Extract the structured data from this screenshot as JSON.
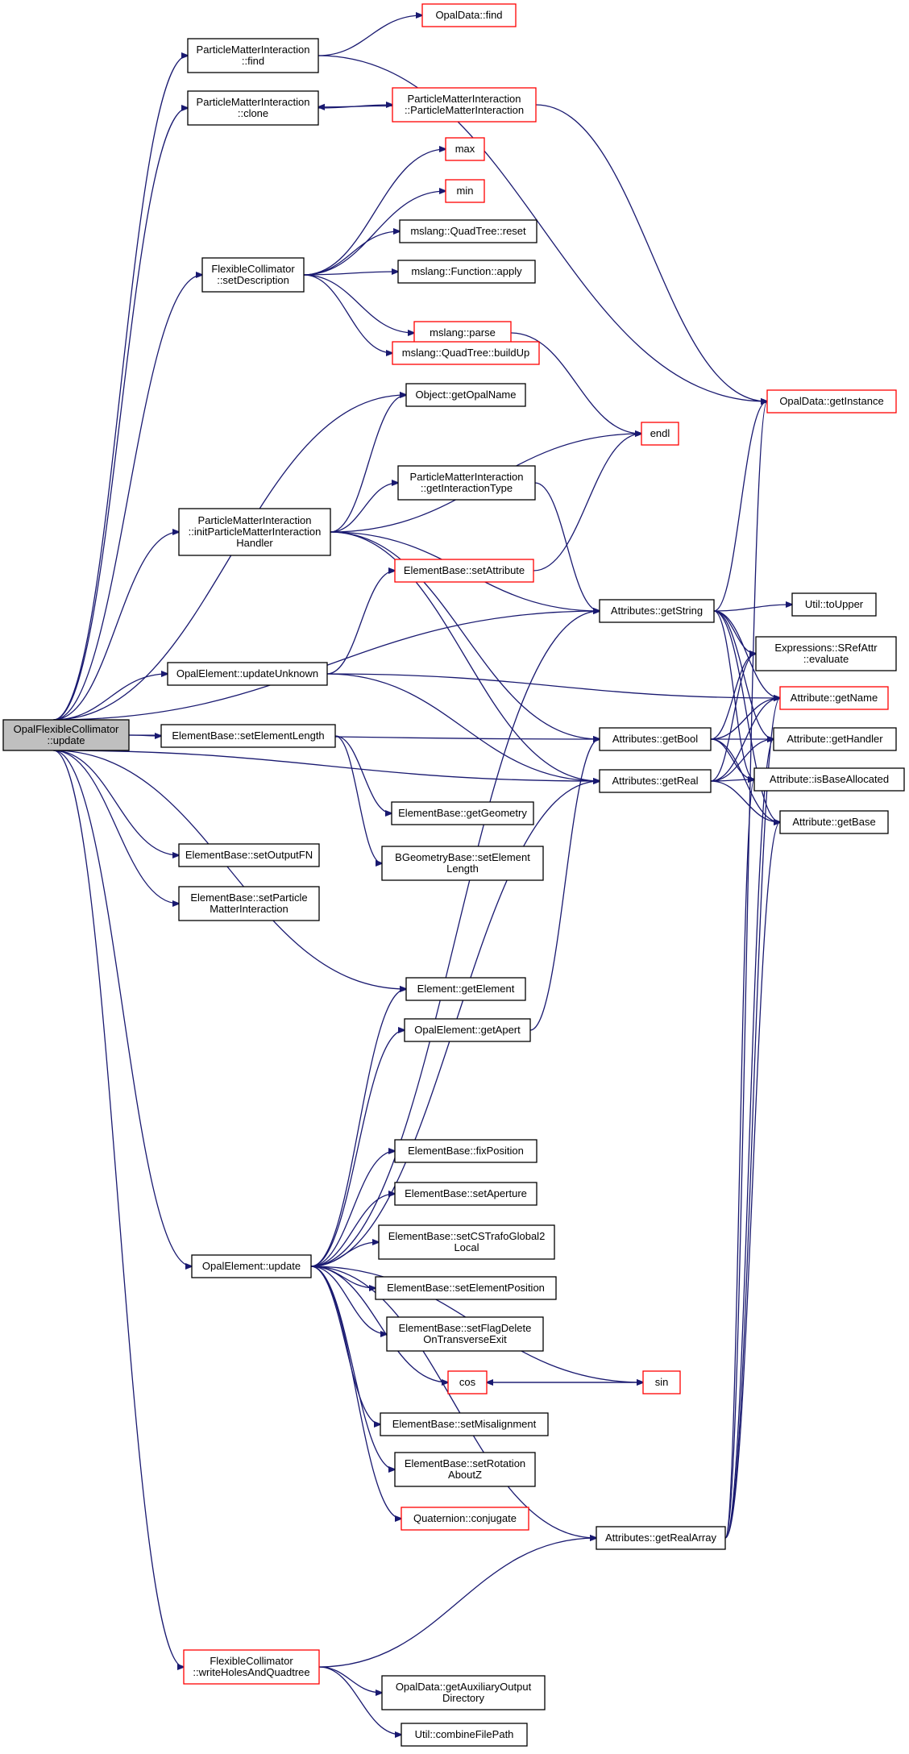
{
  "colors": {
    "edge": "#191970",
    "node_border": "#000000",
    "truncated_node_border": "#ff0000",
    "root_fill": "#bfbfbf"
  },
  "nodes": [
    {
      "id": "root",
      "lines": [
        "OpalFlexibleCollimator",
        "::update"
      ],
      "style": "root"
    },
    {
      "id": "pmi_find",
      "lines": [
        "ParticleMatterInteraction",
        "::find"
      ],
      "style": "normal"
    },
    {
      "id": "pmi_clone",
      "lines": [
        "ParticleMatterInteraction",
        "::clone"
      ],
      "style": "normal"
    },
    {
      "id": "fc_setdesc",
      "lines": [
        "FlexibleCollimator",
        "::setDescription"
      ],
      "style": "normal"
    },
    {
      "id": "pmi_init",
      "lines": [
        "ParticleMatterInteraction",
        "::initParticleMatterInteraction",
        "Handler"
      ],
      "style": "normal"
    },
    {
      "id": "oe_updunk",
      "lines": [
        "OpalElement::updateUnknown"
      ],
      "style": "normal"
    },
    {
      "id": "eb_setlen",
      "lines": [
        "ElementBase::setElementLength"
      ],
      "style": "normal"
    },
    {
      "id": "eb_setout",
      "lines": [
        "ElementBase::setOutputFN"
      ],
      "style": "normal"
    },
    {
      "id": "eb_setpmi",
      "lines": [
        "ElementBase::setParticle",
        "MatterInteraction"
      ],
      "style": "normal"
    },
    {
      "id": "oe_update",
      "lines": [
        "OpalElement::update"
      ],
      "style": "normal"
    },
    {
      "id": "fc_write",
      "lines": [
        "FlexibleCollimator",
        "::writeHolesAndQuadtree"
      ],
      "style": "red"
    },
    {
      "id": "od_find",
      "lines": [
        "OpalData::find"
      ],
      "style": "red"
    },
    {
      "id": "pmi_ctor",
      "lines": [
        "ParticleMatterInteraction",
        "::ParticleMatterInteraction"
      ],
      "style": "red"
    },
    {
      "id": "max",
      "lines": [
        "max"
      ],
      "style": "red"
    },
    {
      "id": "min",
      "lines": [
        "min"
      ],
      "style": "red"
    },
    {
      "id": "qt_reset",
      "lines": [
        "mslang::QuadTree::reset"
      ],
      "style": "normal"
    },
    {
      "id": "fn_apply",
      "lines": [
        "mslang::Function::apply"
      ],
      "style": "normal"
    },
    {
      "id": "ms_parse",
      "lines": [
        "mslang::parse"
      ],
      "style": "red"
    },
    {
      "id": "qt_build",
      "lines": [
        "mslang::QuadTree::buildUp"
      ],
      "style": "red"
    },
    {
      "id": "obj_name",
      "lines": [
        "Object::getOpalName"
      ],
      "style": "normal"
    },
    {
      "id": "endl",
      "lines": [
        "endl"
      ],
      "style": "red"
    },
    {
      "id": "pmi_type",
      "lines": [
        "ParticleMatterInteraction",
        "::getInteractionType"
      ],
      "style": "normal"
    },
    {
      "id": "eb_setattr",
      "lines": [
        "ElementBase::setAttribute"
      ],
      "style": "red"
    },
    {
      "id": "eb_getgeo",
      "lines": [
        "ElementBase::getGeometry"
      ],
      "style": "normal"
    },
    {
      "id": "bg_setlen",
      "lines": [
        "BGeometryBase::setElement",
        "Length"
      ],
      "style": "normal"
    },
    {
      "id": "el_getel",
      "lines": [
        "Element::getElement"
      ],
      "style": "normal"
    },
    {
      "id": "oe_getapert",
      "lines": [
        "OpalElement::getApert"
      ],
      "style": "normal"
    },
    {
      "id": "eb_fixpos",
      "lines": [
        "ElementBase::fixPosition"
      ],
      "style": "normal"
    },
    {
      "id": "eb_setap",
      "lines": [
        "ElementBase::setAperture"
      ],
      "style": "normal"
    },
    {
      "id": "eb_setcs",
      "lines": [
        "ElementBase::setCSTrafoGlobal2",
        "Local"
      ],
      "style": "normal"
    },
    {
      "id": "eb_setpos",
      "lines": [
        "ElementBase::setElementPosition"
      ],
      "style": "normal"
    },
    {
      "id": "eb_setflag",
      "lines": [
        "ElementBase::setFlagDelete",
        "OnTransverseExit"
      ],
      "style": "normal"
    },
    {
      "id": "cos",
      "lines": [
        "cos"
      ],
      "style": "red"
    },
    {
      "id": "eb_setmis",
      "lines": [
        "ElementBase::setMisalignment"
      ],
      "style": "normal"
    },
    {
      "id": "eb_setrot",
      "lines": [
        "ElementBase::setRotation",
        "AboutZ"
      ],
      "style": "normal"
    },
    {
      "id": "q_conj",
      "lines": [
        "Quaternion::conjugate"
      ],
      "style": "red"
    },
    {
      "id": "od_auxdir",
      "lines": [
        "OpalData::getAuxiliaryOutput",
        "Directory"
      ],
      "style": "normal"
    },
    {
      "id": "util_comb",
      "lines": [
        "Util::combineFilePath"
      ],
      "style": "normal"
    },
    {
      "id": "od_inst",
      "lines": [
        "OpalData::getInstance"
      ],
      "style": "red"
    },
    {
      "id": "at_getstr",
      "lines": [
        "Attributes::getString"
      ],
      "style": "normal"
    },
    {
      "id": "at_getbool",
      "lines": [
        "Attributes::getBool"
      ],
      "style": "normal"
    },
    {
      "id": "at_getreal",
      "lines": [
        "Attributes::getReal"
      ],
      "style": "normal"
    },
    {
      "id": "sin",
      "lines": [
        "sin"
      ],
      "style": "red"
    },
    {
      "id": "at_getra",
      "lines": [
        "Attributes::getRealArray"
      ],
      "style": "normal"
    },
    {
      "id": "util_upper",
      "lines": [
        "Util::toUpper"
      ],
      "style": "normal"
    },
    {
      "id": "ex_eval",
      "lines": [
        "Expressions::SRefAttr",
        "::evaluate"
      ],
      "style": "normal"
    },
    {
      "id": "at_getname",
      "lines": [
        "Attribute::getName"
      ],
      "style": "red"
    },
    {
      "id": "at_gethandler",
      "lines": [
        "Attribute::getHandler"
      ],
      "style": "normal"
    },
    {
      "id": "at_isbase",
      "lines": [
        "Attribute::isBaseAllocated"
      ],
      "style": "normal"
    },
    {
      "id": "at_getbase",
      "lines": [
        "Attribute::getBase"
      ],
      "style": "normal"
    }
  ],
  "edges": [
    [
      "root",
      "pmi_find"
    ],
    [
      "root",
      "pmi_clone"
    ],
    [
      "root",
      "fc_setdesc"
    ],
    [
      "root",
      "obj_name"
    ],
    [
      "root",
      "pmi_init"
    ],
    [
      "root",
      "at_getstr"
    ],
    [
      "root",
      "oe_updunk"
    ],
    [
      "root",
      "eb_setlen"
    ],
    [
      "root",
      "el_getel"
    ],
    [
      "root",
      "at_getbool"
    ],
    [
      "root",
      "at_getreal"
    ],
    [
      "root",
      "eb_setout"
    ],
    [
      "root",
      "eb_setpmi"
    ],
    [
      "root",
      "oe_update"
    ],
    [
      "root",
      "fc_write"
    ],
    [
      "pmi_find",
      "od_find"
    ],
    [
      "pmi_find",
      "od_inst"
    ],
    [
      "pmi_clone",
      "pmi_ctor"
    ],
    [
      "pmi_ctor",
      "pmi_clone"
    ],
    [
      "pmi_ctor",
      "od_inst"
    ],
    [
      "fc_setdesc",
      "max"
    ],
    [
      "fc_setdesc",
      "min"
    ],
    [
      "fc_setdesc",
      "qt_reset"
    ],
    [
      "fc_setdesc",
      "fn_apply"
    ],
    [
      "fc_setdesc",
      "ms_parse"
    ],
    [
      "fc_setdesc",
      "qt_build"
    ],
    [
      "ms_parse",
      "endl"
    ],
    [
      "pmi_init",
      "obj_name"
    ],
    [
      "pmi_init",
      "endl"
    ],
    [
      "pmi_init",
      "pmi_type"
    ],
    [
      "pmi_init",
      "at_getstr"
    ],
    [
      "pmi_init",
      "at_getbool"
    ],
    [
      "pmi_init",
      "at_getreal"
    ],
    [
      "pmi_type",
      "at_getstr"
    ],
    [
      "oe_updunk",
      "eb_setattr"
    ],
    [
      "oe_updunk",
      "at_getname"
    ],
    [
      "oe_updunk",
      "at_getreal"
    ],
    [
      "eb_setattr",
      "endl"
    ],
    [
      "eb_setlen",
      "eb_getgeo"
    ],
    [
      "eb_setlen",
      "bg_setlen"
    ],
    [
      "oe_update",
      "el_getel"
    ],
    [
      "oe_update",
      "oe_getapert"
    ],
    [
      "oe_update",
      "at_getstr"
    ],
    [
      "oe_update",
      "at_getreal"
    ],
    [
      "oe_update",
      "eb_fixpos"
    ],
    [
      "oe_update",
      "eb_setap"
    ],
    [
      "oe_update",
      "eb_setcs"
    ],
    [
      "oe_update",
      "eb_setpos"
    ],
    [
      "oe_update",
      "eb_setflag"
    ],
    [
      "oe_update",
      "cos"
    ],
    [
      "oe_update",
      "eb_setmis"
    ],
    [
      "oe_update",
      "eb_setrot"
    ],
    [
      "oe_update",
      "q_conj"
    ],
    [
      "oe_update",
      "sin"
    ],
    [
      "oe_update",
      "at_getra"
    ],
    [
      "oe_getapert",
      "at_getbool"
    ],
    [
      "cos",
      "sin"
    ],
    [
      "sin",
      "cos"
    ],
    [
      "fc_write",
      "at_getra"
    ],
    [
      "fc_write",
      "od_auxdir"
    ],
    [
      "fc_write",
      "util_comb"
    ],
    [
      "at_getstr",
      "od_inst"
    ],
    [
      "at_getstr",
      "util_upper"
    ],
    [
      "at_getstr",
      "ex_eval"
    ],
    [
      "at_getstr",
      "at_getname"
    ],
    [
      "at_getstr",
      "at_gethandler"
    ],
    [
      "at_getstr",
      "at_isbase"
    ],
    [
      "at_getstr",
      "at_getbase"
    ],
    [
      "at_getbool",
      "ex_eval"
    ],
    [
      "at_getbool",
      "at_getname"
    ],
    [
      "at_getbool",
      "at_gethandler"
    ],
    [
      "at_getbool",
      "at_isbase"
    ],
    [
      "at_getbool",
      "at_getbase"
    ],
    [
      "at_getreal",
      "ex_eval"
    ],
    [
      "at_getreal",
      "at_getname"
    ],
    [
      "at_getreal",
      "at_gethandler"
    ],
    [
      "at_getreal",
      "at_isbase"
    ],
    [
      "at_getreal",
      "at_getbase"
    ],
    [
      "at_getra",
      "od_inst"
    ],
    [
      "at_getra",
      "at_getname"
    ],
    [
      "at_getra",
      "at_gethandler"
    ],
    [
      "at_getra",
      "at_isbase"
    ],
    [
      "at_getra",
      "at_getbase"
    ]
  ]
}
